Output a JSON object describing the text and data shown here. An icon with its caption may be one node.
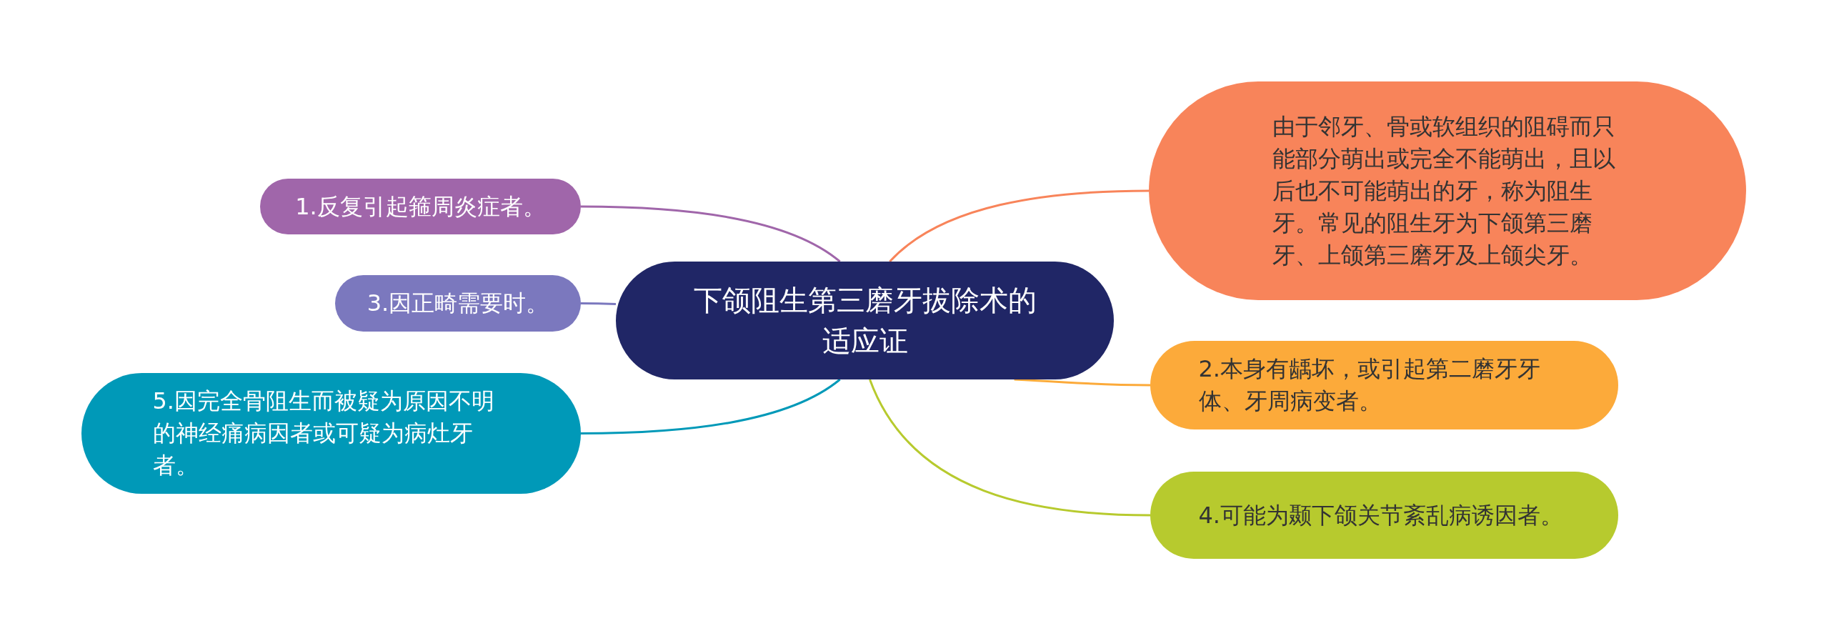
{
  "diagram": {
    "nodes": [
      {
        "text": [
          "下颌阻生第三磨牙拔除术的适应证"
        ]
      },
      {
        "text": [
          "1.反复引起箍周炎症者。"
        ]
      },
      {
        "text": [
          "3.因正畸需要时。"
        ]
      },
      {
        "text": [
          "5.因完全骨阻生而被疑为原因不明的神经痛病因者或可疑为病灶牙者。"
        ]
      },
      {
        "text": [
          "由于邻牙、骨或软组织的阻碍而只能部分萌出或完全不能萌出，且以后也不可能萌出的牙，称为阻生牙。常见的阻生牙为下颌第三磨牙、上颌第三磨牙及上颌尖牙。"
        ]
      },
      {
        "text": [
          "2.本身有龋坏，或引起第二磨牙牙体、牙周病变者。"
        ]
      },
      {
        "text": [
          "4.可能为颞下颌关节紊乱病诱因者。"
        ]
      }
    ],
    "edges": [
      {
        "from": 0,
        "to": 1,
        "arrow": "none",
        "color": "#a066aa"
      },
      {
        "from": 0,
        "to": 2,
        "arrow": "none",
        "color": "#7b78be"
      },
      {
        "from": 0,
        "to": 3,
        "arrow": "none",
        "color": "#0099b8"
      },
      {
        "from": 0,
        "to": 4,
        "arrow": "none",
        "color": "#f8845a"
      },
      {
        "from": 0,
        "to": 5,
        "arrow": "none",
        "color": "#fcaa3a"
      },
      {
        "from": 0,
        "to": 6,
        "arrow": "none",
        "color": "#b7ca2e"
      }
    ]
  }
}
